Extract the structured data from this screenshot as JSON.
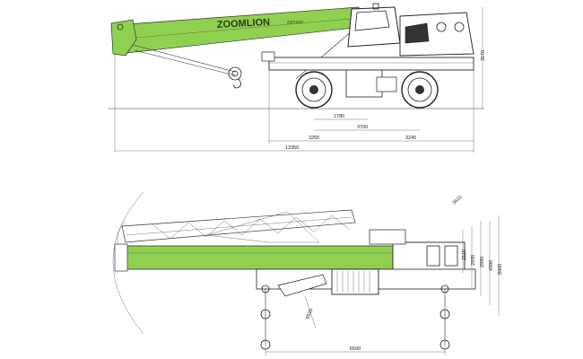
{
  "brand": {
    "logo_text": "ZOOMLION",
    "model_text": "ZRT400"
  },
  "colors": {
    "boom_green": "#8fd14f",
    "boom_green_dark": "#6fb33a",
    "line": "#333333",
    "bg": "#ffffff"
  },
  "side_view": {
    "dimensions": {
      "d1780": "1780",
      "d3700": "3700",
      "d3255": "3255",
      "d3245": "3245",
      "d13350": "13350",
      "d3570": "3570"
    }
  },
  "top_view": {
    "dimensions": {
      "d6500": "6500",
      "d3610": "3610",
      "d2110": "2110",
      "d2935": "2935",
      "d2990": "2990",
      "d4390": "4390",
      "d8400": "8400",
      "d6535": "6535"
    }
  }
}
